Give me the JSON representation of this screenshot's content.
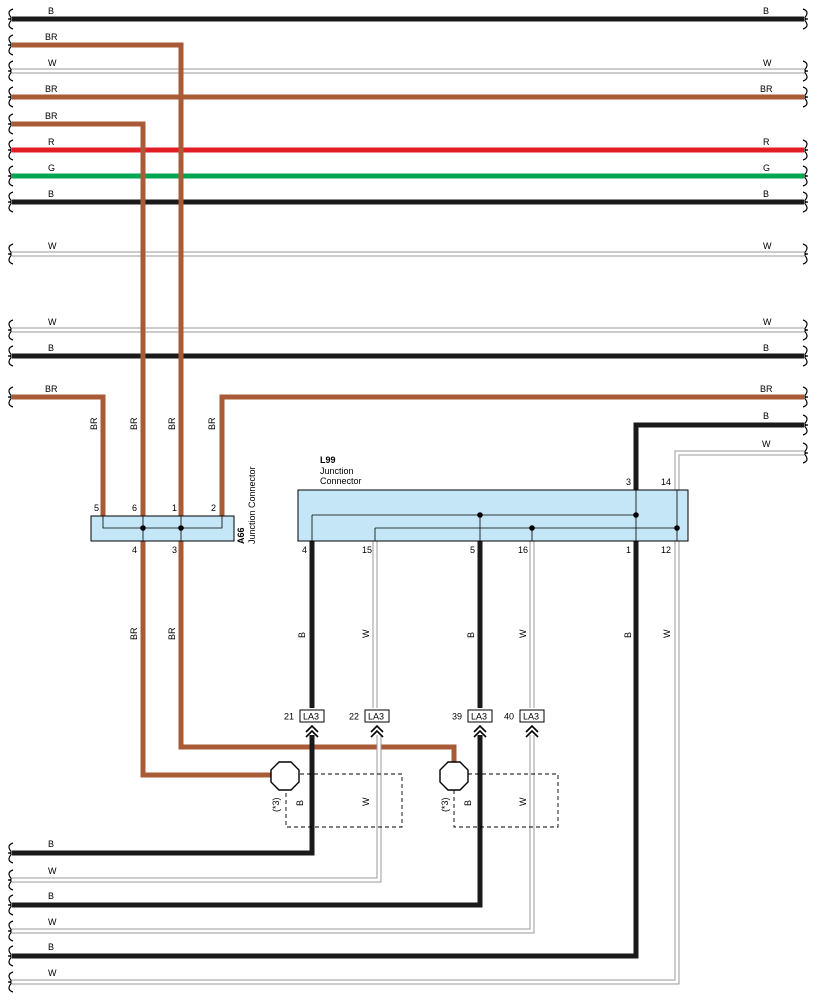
{
  "colors": {
    "B": "#1a1a1a",
    "BR": "#a95a36",
    "R": "#e31d25",
    "G": "#00a651",
    "W": "#ffffff",
    "W_outline": "#9a9a9a",
    "connector_fill": "#c5e6f6",
    "connector_stroke": "#000000"
  },
  "wire_codes": {
    "B": "B",
    "BR": "BR",
    "W": "W",
    "R": "R",
    "G": "G"
  },
  "top_wire_labels": [
    {
      "left": "B",
      "right": "B"
    },
    {
      "left": "BR"
    },
    {
      "left": "W",
      "right": "W"
    },
    {
      "left": "BR",
      "right": "BR"
    },
    {
      "left": "BR"
    },
    {
      "left": "R",
      "right": "R"
    },
    {
      "left": "G",
      "right": "G"
    },
    {
      "left": "B",
      "right": "B"
    },
    {
      "left": "W",
      "right": "W"
    },
    {
      "left": "W",
      "right": "W"
    },
    {
      "left": "B",
      "right": "B"
    },
    {
      "left": "BR",
      "right": "BR"
    }
  ],
  "a66": {
    "code": "A66",
    "name": "Junction Connector",
    "top_pins": [
      "5",
      "6",
      "1",
      "2"
    ],
    "bottom_pins": [
      "4",
      "3"
    ]
  },
  "l99": {
    "code": "L99",
    "name_line1": "Junction",
    "name_line2": "Connector",
    "top_pins": [
      "3",
      "14"
    ],
    "bottom_pins": [
      "4",
      "15",
      "5",
      "16",
      "1",
      "12"
    ]
  },
  "la3": {
    "code": "LA3",
    "pins": [
      "21",
      "22",
      "39",
      "40"
    ]
  },
  "shield_note": "(*3)",
  "bottom_wire_labels": [
    "B",
    "W",
    "B",
    "W",
    "B",
    "W"
  ]
}
